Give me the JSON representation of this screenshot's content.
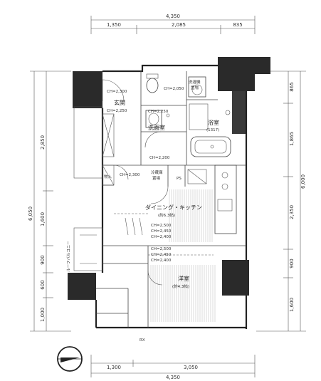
{
  "dims": {
    "top_total": "4,350",
    "top_a": "1,350",
    "top_b": "2,085",
    "top_c": "835",
    "bottom_a": "1,300",
    "bottom_b": "3,050",
    "bottom_total": "4,350",
    "left_a": "2,850",
    "left_b": "1,600",
    "left_c": "900",
    "left_d": "600",
    "left_e": "1,000",
    "left_total": "6,050",
    "right_a": "865",
    "right_b": "1,865",
    "right_c": "2,350",
    "right_d": "900",
    "right_e": "1,600",
    "right_total": "6,000"
  },
  "rooms": {
    "genkan": "玄関",
    "senmenjo": "洗面室",
    "yokushitsu": "浴室",
    "yokushitsu_size": "(1317)",
    "sentakuki": "洗濯機",
    "sentakuki2": "置場",
    "reizouko": "冷蔵庫",
    "reizouko2": "置場",
    "ps": "PS",
    "nyuu": "物入",
    "dining": "ダイニング・キッチン",
    "dining_size": "(約6.3帖)",
    "yoshitsu": "洋室",
    "yoshitsu_size": "(約4.3帖)",
    "balcony": "ルーフバルコニー",
    "rx": "RX"
  },
  "ceiling": {
    "ch1": "CH=2,300",
    "ch2": "CH=2,250",
    "ch3": "CH=2,050",
    "ch4": "CH=2,250",
    "ch5": "CH=2,200",
    "ch6": "CH=2,300",
    "ch7": "CH=2,500",
    "ch8": "CH=2,450",
    "ch9": "CH=2,400",
    "ch10": "CH=2,500",
    "ch11": "CH=2,450",
    "ch12": "CH=2,400"
  }
}
